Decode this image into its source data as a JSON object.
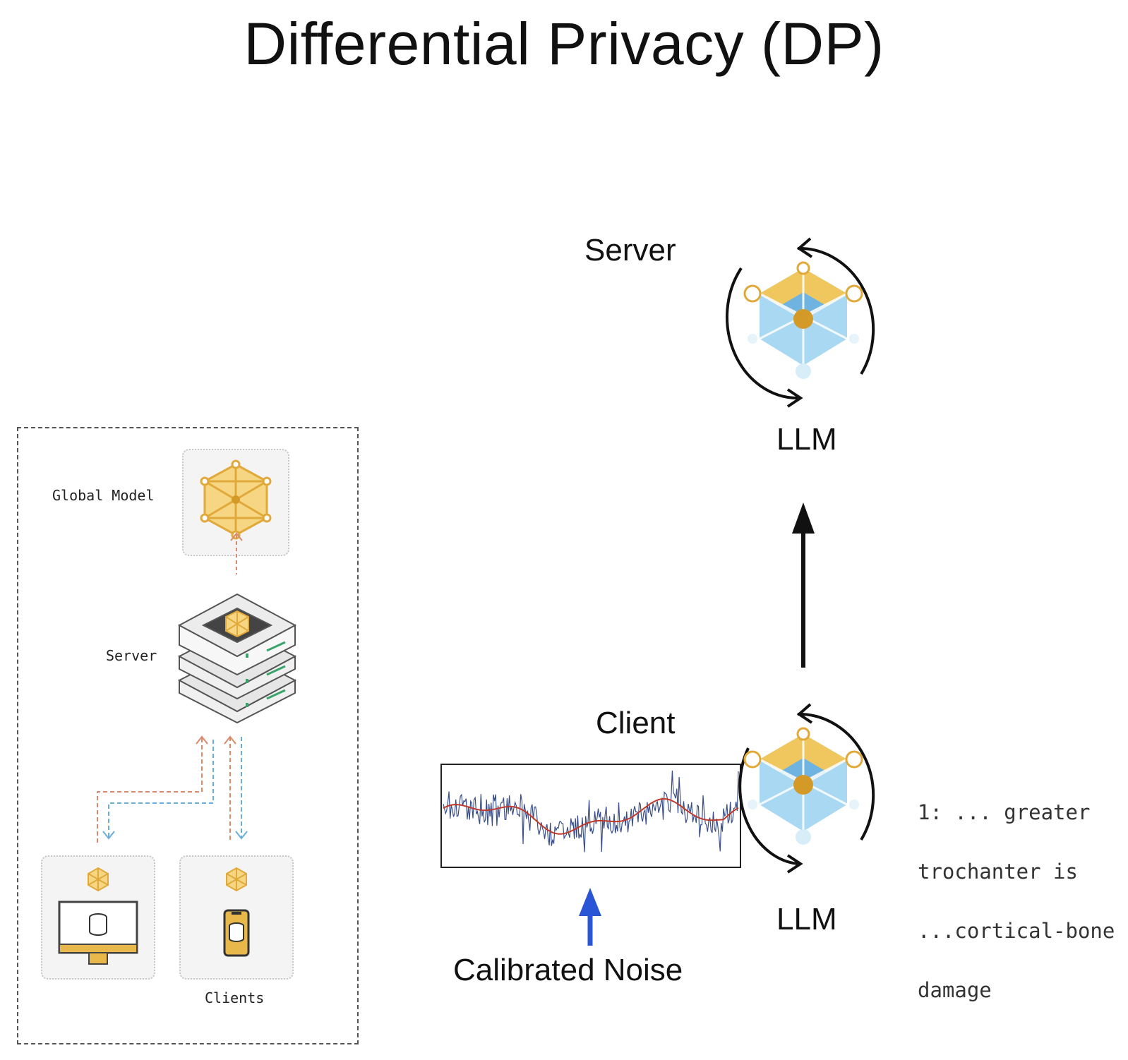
{
  "title": "Differential Privacy (DP)",
  "federated_panel": {
    "global_model_label": "Global Model",
    "server_label": "Server",
    "clients_label": "Clients"
  },
  "dp_diagram": {
    "server_label": "Server",
    "server_llm_label": "LLM",
    "client_label": "Client",
    "client_llm_label": "LLM",
    "noise_label": "Calibrated Noise",
    "annotation_lines": [
      "1: ... greater",
      "trochanter is",
      "...cortical-bone",
      "damage"
    ]
  },
  "colors": {
    "gold": "#e8b84a",
    "gold_dark": "#d49a28",
    "blue_light": "#a9d8f2",
    "blue_mid": "#6fb4e0",
    "noise_line": "#3a4f8a",
    "smooth_line": "#c0392b",
    "noise_arrow": "#2a56d6",
    "orange_dashed": "#d88a6a",
    "blue_dashed": "#6aaed8"
  }
}
